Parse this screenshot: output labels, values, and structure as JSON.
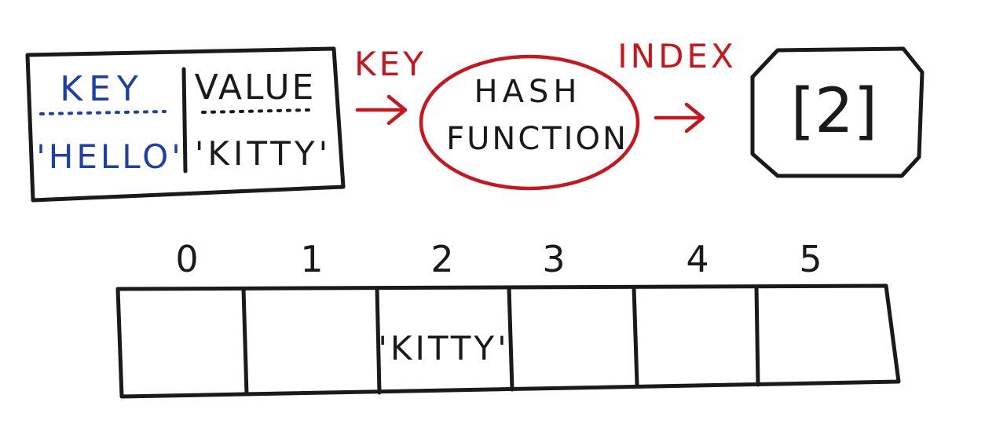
{
  "pair_card": {
    "key_header": "KEY",
    "value_header": "VALUE",
    "key_value": "'HELLO'",
    "value_value": "'KITTY'"
  },
  "arrow_labels": {
    "key": "KEY",
    "index": "INDEX"
  },
  "hash_function": {
    "line1": "HASH",
    "line2": "FUNCTION"
  },
  "index_result": {
    "text": "[2]"
  },
  "array": {
    "indices": [
      "0",
      "1",
      "2",
      "3",
      "4",
      "5"
    ],
    "cells": [
      "",
      "",
      "'KITTY'",
      "",
      "",
      ""
    ]
  },
  "colors": {
    "ink": "#1a1a1a",
    "blue": "#1f3fa8",
    "red": "#c8161e"
  }
}
